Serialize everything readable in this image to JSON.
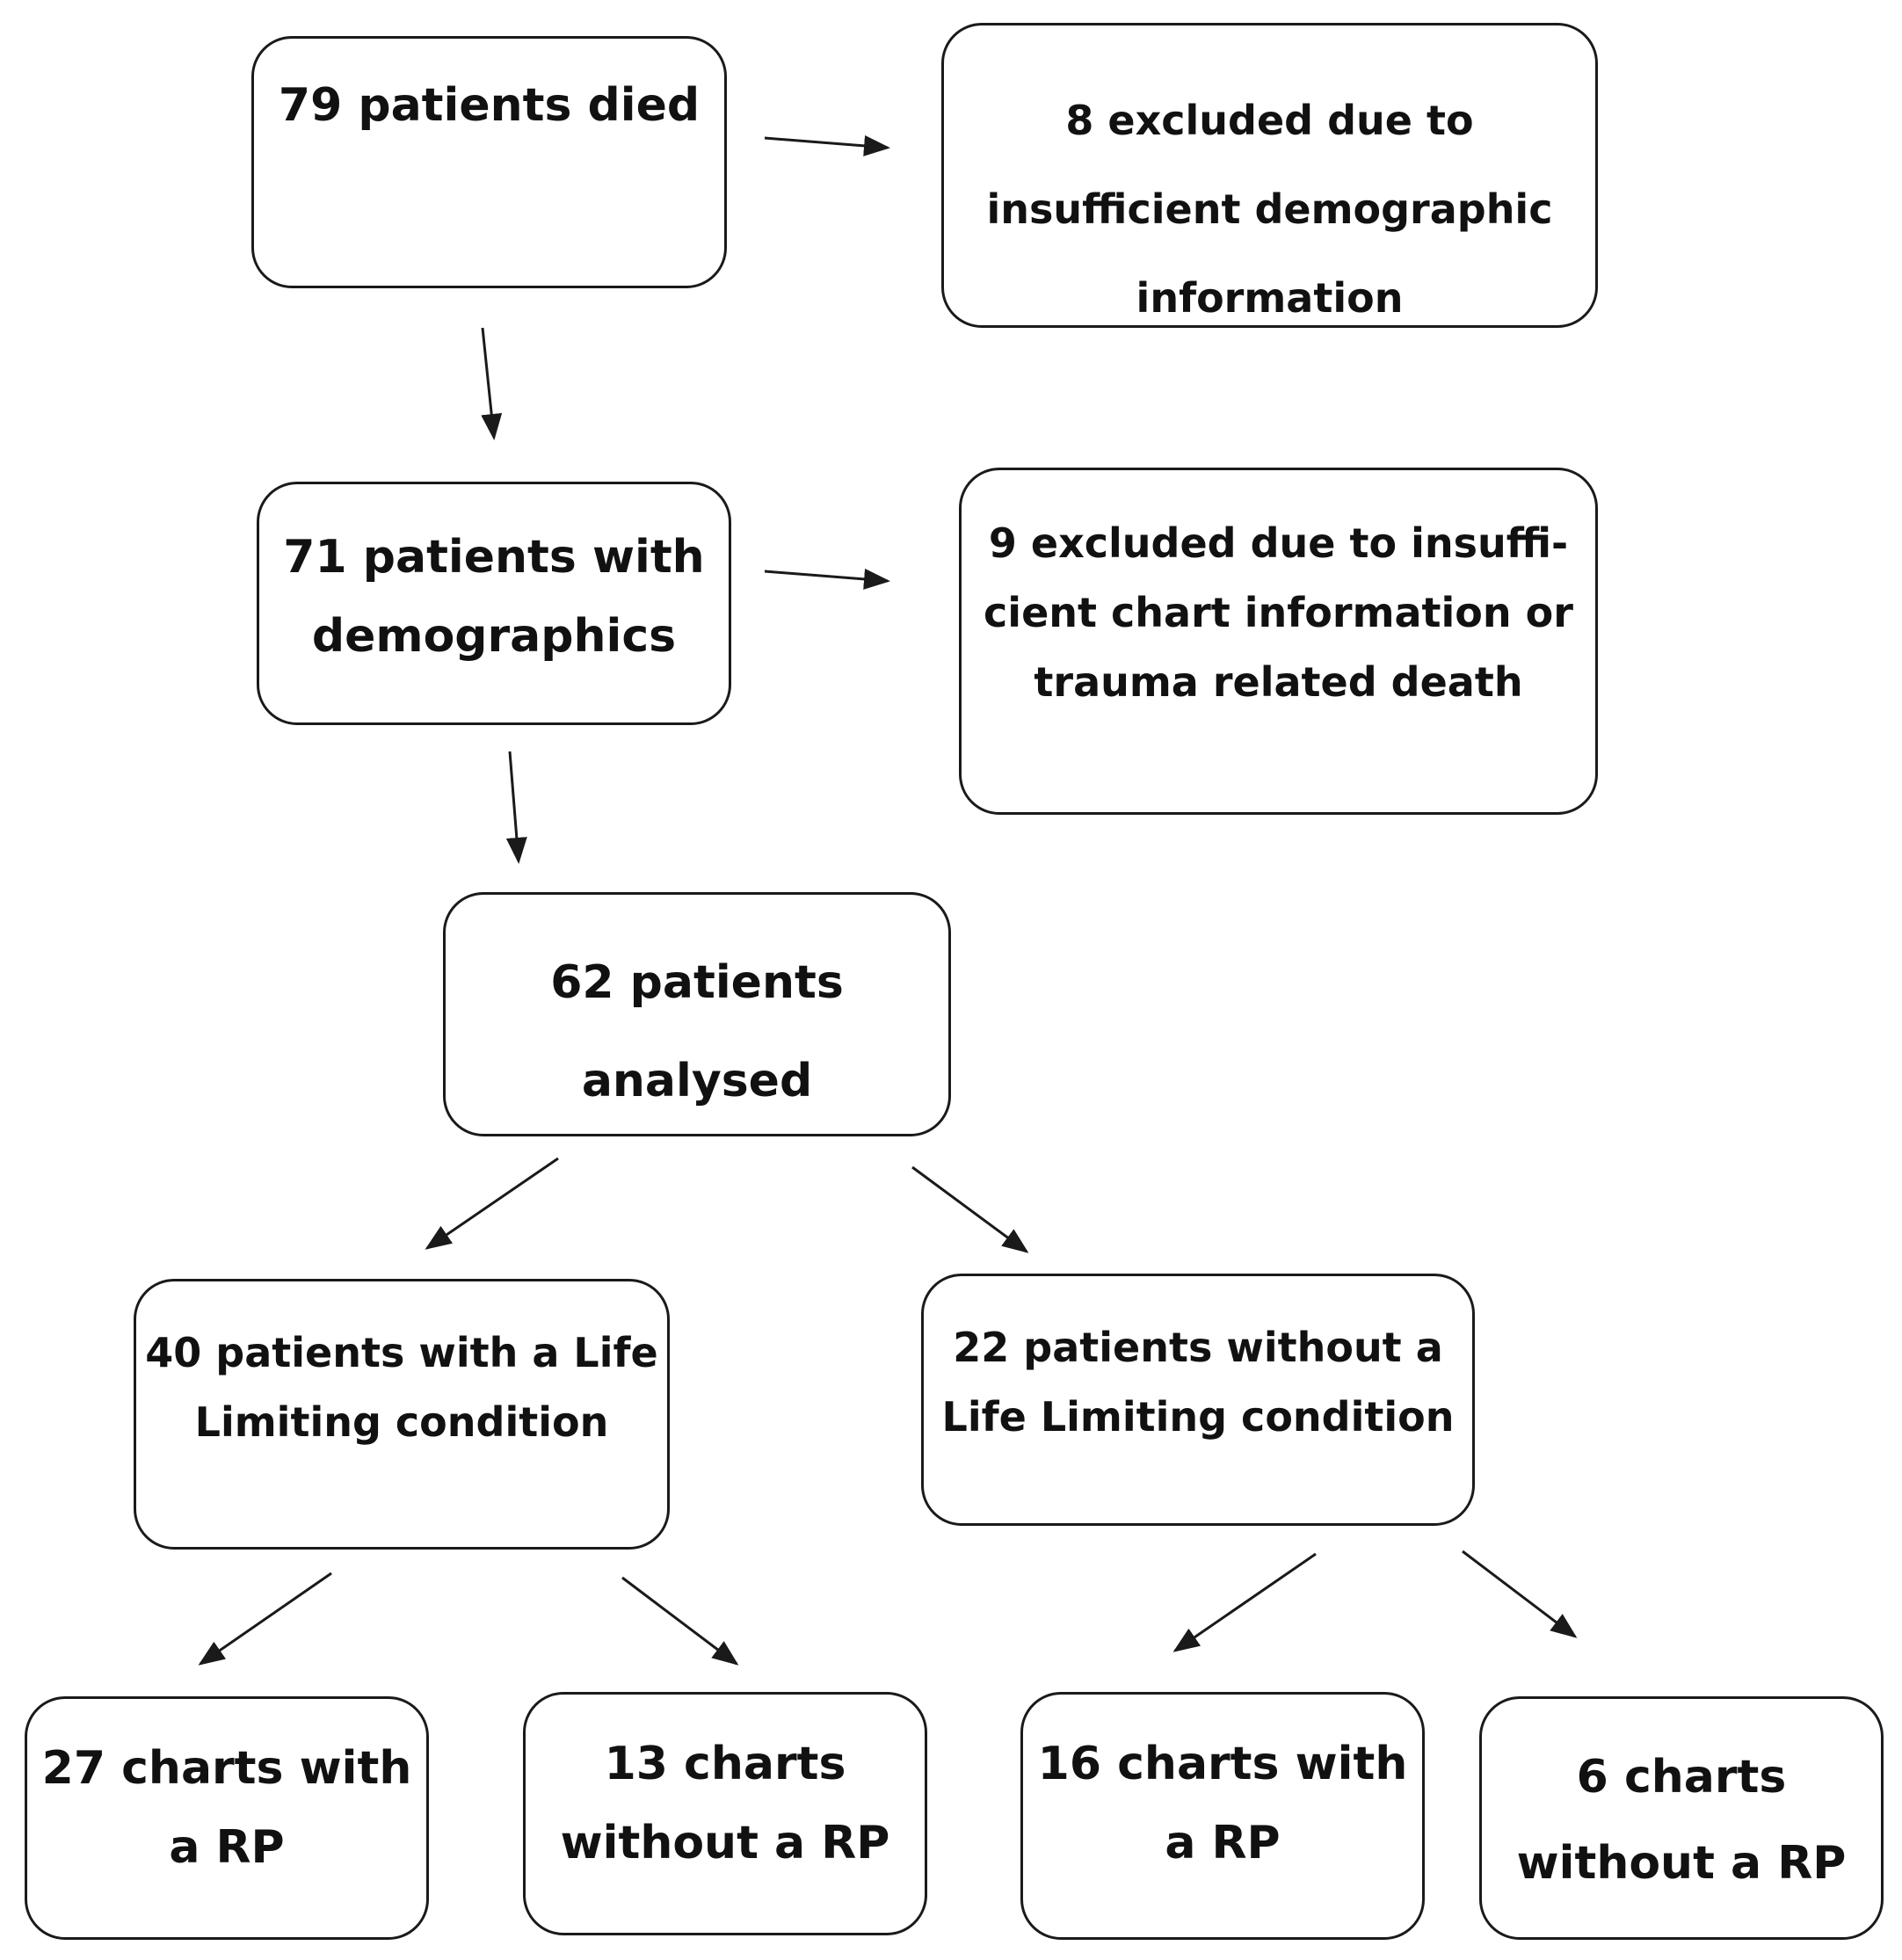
{
  "boxes": {
    "died": {
      "lines": [
        "79 patients died"
      ]
    },
    "excluded_demographic": {
      "lines": [
        "8 excluded due to",
        "insufficient demographic",
        "information"
      ]
    },
    "with_demographics": {
      "lines": [
        "71 patients with",
        "demographics"
      ]
    },
    "excluded_chart": {
      "lines": [
        "9 excluded due to insuffi-",
        "cient chart information or",
        "trauma related death"
      ]
    },
    "analysed": {
      "lines": [
        "62 patients",
        "analysed"
      ]
    },
    "llc": {
      "lines": [
        "40 patients with a Life",
        "Limiting condition"
      ]
    },
    "no_llc": {
      "lines": [
        "22 patients without a",
        "Life Limiting condition"
      ]
    },
    "llc_with_rp": {
      "lines": [
        "27 charts with",
        "a RP"
      ]
    },
    "llc_without_rp": {
      "lines": [
        "13 charts",
        "without a RP"
      ]
    },
    "no_llc_with_rp": {
      "lines": [
        "16 charts with",
        "a RP"
      ]
    },
    "no_llc_without_rp": {
      "lines": [
        "6 charts",
        "without a RP"
      ]
    }
  },
  "colors": {
    "stroke": "#1a1a1a",
    "text": "#111111",
    "background": "#ffffff"
  }
}
